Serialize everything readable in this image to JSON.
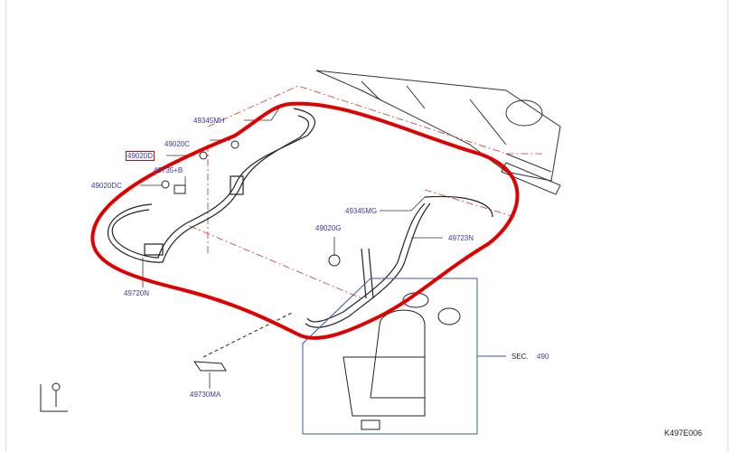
{
  "diagram": {
    "code": "K497E006",
    "section_ref": {
      "prefix": "SEC.",
      "number": "490"
    },
    "parts": {
      "p1": "49345MH",
      "p2": "49020C",
      "p3": "49020D",
      "p4": "49735+B",
      "p5": "49020DC",
      "p6": "49720N",
      "p7": "49345MG",
      "p8": "49020G",
      "p9": "49723N",
      "p10": "49730MA"
    },
    "colors": {
      "highlight": "#e00000",
      "label": "#3a3aa0",
      "line": "#222222"
    }
  }
}
